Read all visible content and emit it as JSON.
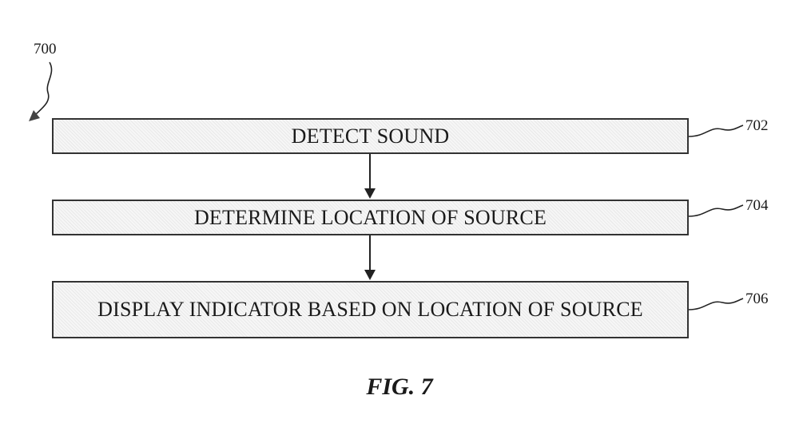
{
  "diagram": {
    "figure_ref": "700",
    "steps": [
      {
        "ref": "702",
        "label": "DETECT SOUND"
      },
      {
        "ref": "704",
        "label": "DETERMINE LOCATION OF SOURCE"
      },
      {
        "ref": "706",
        "label": "DISPLAY INDICATOR BASED ON LOCATION OF SOURCE"
      }
    ],
    "caption": "FIG. 7"
  }
}
